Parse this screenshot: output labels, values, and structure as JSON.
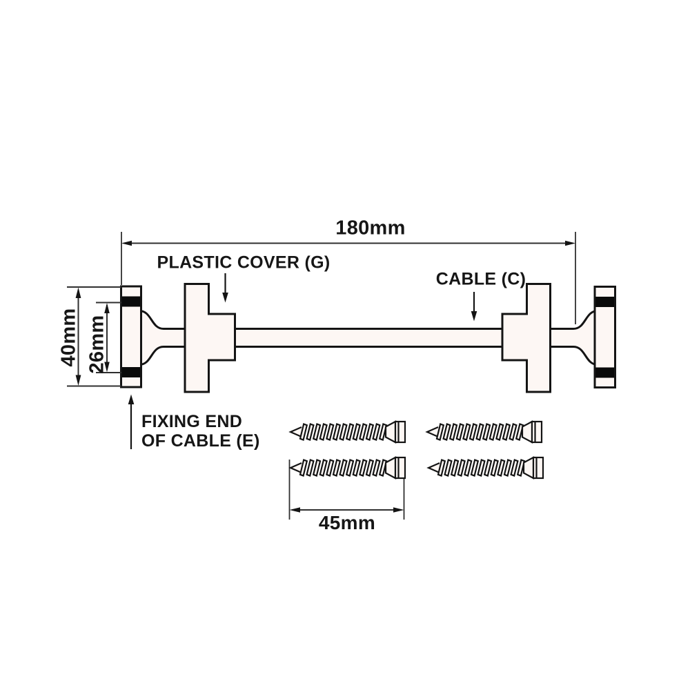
{
  "diagram": {
    "type": "technical-drawing",
    "dimension_labels": {
      "overall_length": "180mm",
      "flange_height": "40mm",
      "flange_inner_height": "26mm",
      "screw_length": "45mm"
    },
    "part_labels": {
      "plastic_cover": "PLASTIC COVER (G)",
      "cable": "CABLE (C)",
      "fixing_end_line1": "FIXING END",
      "fixing_end_line2": "OF CABLE (E)"
    },
    "screw_count": "4",
    "colors": {
      "outline": "#141414",
      "part_fill": "#fdf7f4",
      "band": "#0a0a0a",
      "dimension_line": "#2f2f2f",
      "background": "#ffffff",
      "text": "#161616"
    }
  }
}
